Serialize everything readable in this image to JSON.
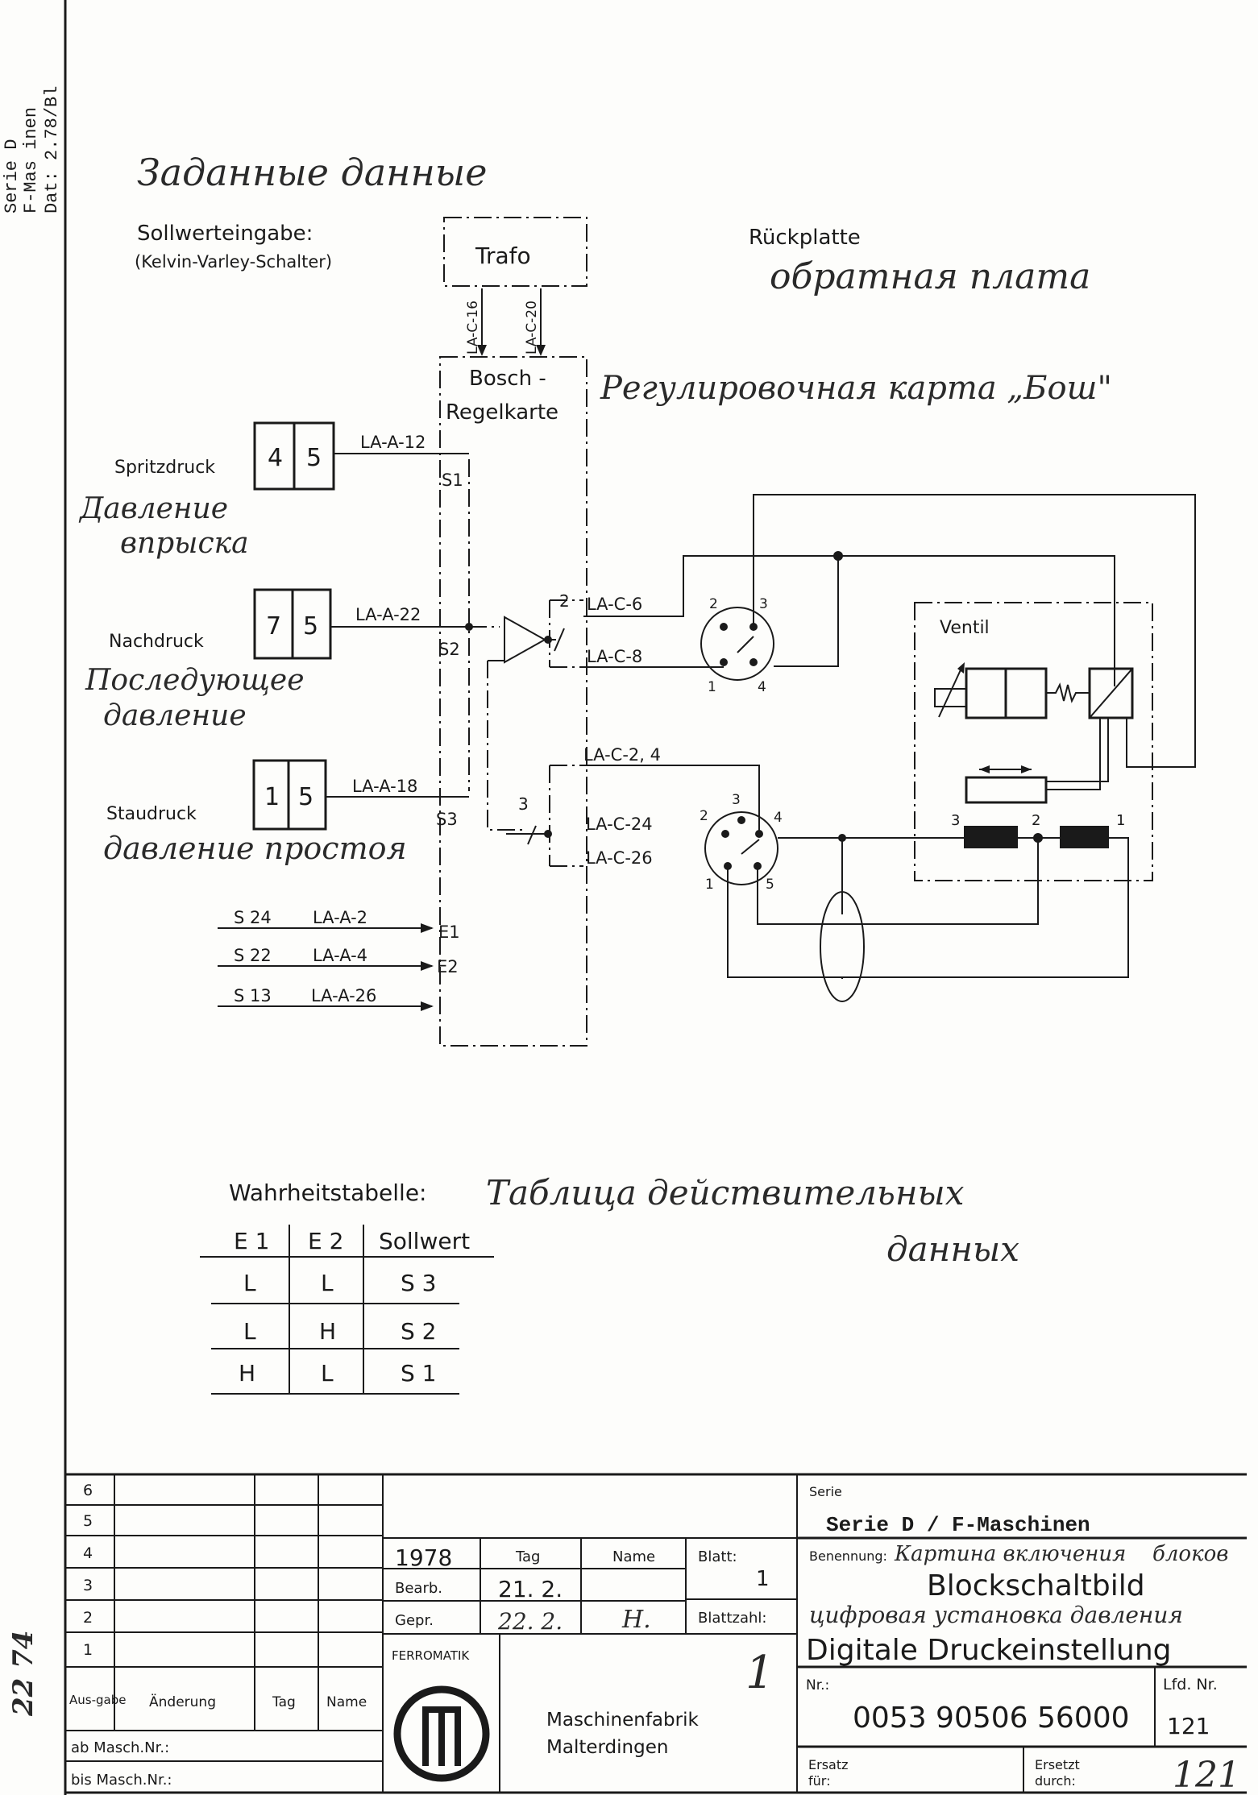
{
  "margin": {
    "line1": "Serie D",
    "line2": "F-Mas  inen",
    "line3": "Dat: 2.78/Bl"
  },
  "annotations": {
    "setpoint_ru": "Заданные данные",
    "backplate_ru": "обратная плата",
    "control_card_ru": "Регулировочная карта „Бош\"",
    "injection_ru_1": "Давление",
    "injection_ru_2": "впрыска",
    "hold_ru_1": "Последующее",
    "hold_ru_2": "давление",
    "back_ru": "давление простоя",
    "truth_ru_1": "Таблица действительных",
    "truth_ru_2": "данных"
  },
  "diagram": {
    "setpoint_title": "Sollwerteingabe:",
    "setpoint_sub": "(Kelvin-Varley-Schalter)",
    "trafo": "Trafo",
    "wire_c16": "LA-C-16",
    "wire_c20": "LA-C-20",
    "bosch_1": "Bosch -",
    "bosch_2": "Regelkarte",
    "backplate": "Rückplatte",
    "inputs": [
      {
        "label": "Spritzdruck",
        "d1": "4",
        "d2": "5",
        "wire": "LA-A-12",
        "pin": "S1"
      },
      {
        "label": "Nachdruck",
        "d1": "7",
        "d2": "5",
        "wire": "LA-A-22",
        "pin": "S2"
      },
      {
        "label": "Staudruck",
        "d1": "1",
        "d2": "5",
        "wire": "LA-A-18",
        "pin": "S3"
      }
    ],
    "selects": [
      {
        "src": "S 24",
        "wire": "LA-A-2",
        "pin": "E1"
      },
      {
        "src": "S 22",
        "wire": "LA-A-4",
        "pin": "E2"
      },
      {
        "src": "S 13",
        "wire": "LA-A-26",
        "pin": ""
      }
    ],
    "upper_plug": {
      "num": "2",
      "w1": "LA-C-6",
      "w2": "LA-C-8",
      "p1": "1",
      "p2": "2",
      "p3": "3",
      "p4": "4"
    },
    "lower_plug": {
      "num": "3",
      "w0": "LA-C-2, 4",
      "w1": "LA-C-24",
      "w2": "LA-C-26",
      "p1": "1",
      "p2": "2",
      "p3": "3",
      "p4": "4",
      "p5": "5"
    },
    "ventil": "Ventil",
    "coil_labels": [
      "3",
      "2",
      "1"
    ]
  },
  "truth_table": {
    "title": "Wahrheitstabelle:",
    "headers": [
      "E 1",
      "E 2",
      "Sollwert"
    ],
    "rows": [
      [
        "L",
        "L",
        "S 3"
      ],
      [
        "L",
        "H",
        "S 2"
      ],
      [
        "H",
        "L",
        "S 1"
      ]
    ]
  },
  "title_block": {
    "revisions": [
      "6",
      "5",
      "4",
      "3",
      "2",
      "1"
    ],
    "rev_headers": {
      "ausgabe": "Aus-gabe",
      "aenderung": "Änderung",
      "tag": "Tag",
      "name": "Name"
    },
    "ab_masch": "ab Masch.Nr.:",
    "bis_masch": "bis Masch.Nr.:",
    "year": "1978",
    "tag": "Tag",
    "name": "Name",
    "bearb": "Bearb.",
    "bearb_date": "21. 2.",
    "gepr": "Gepr.",
    "gepr_date": "22. 2.",
    "gepr_sign": "H.",
    "blatt": "Blatt:",
    "blatt_val": "1",
    "blattzahl": "Blattzahl:",
    "blattzahl_val": "1",
    "company_logo_text": "FERROMATIK",
    "company_1": "Maschinenfabrik",
    "company_2": "Malterdingen",
    "serie_label": "Serie",
    "serie": "Serie D / F-Maschinen",
    "benennung_label": "Benennung:",
    "benennung_ru_1": "Картина включения",
    "benennung_ru_2": "блоков",
    "title_1": "Blockschaltbild",
    "title_ru": "цифровая установка давления",
    "title_2": "Digitale Druckeinstellung",
    "nr_label": "Nr.:",
    "nr": "0053 90506 56000",
    "lfd_label": "Lfd. Nr.",
    "lfd": "121",
    "ersatz_label_1": "Ersatz",
    "ersatz_label_2": "für:",
    "ersetzt_label_1": "Ersetzt",
    "ersetzt_label_2": "durch:",
    "ersetzt_hw": "121",
    "left_margin_hw": "22 74"
  }
}
